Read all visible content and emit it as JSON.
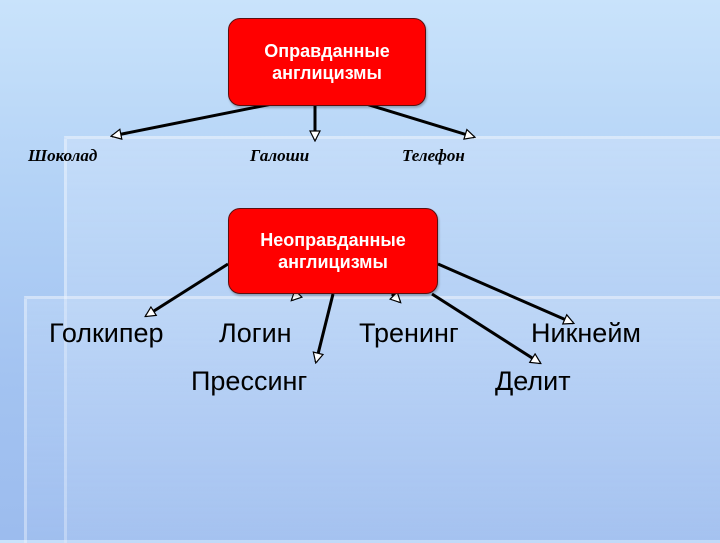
{
  "top_group": {
    "title": "Оправданные англицизмы",
    "examples": [
      "Шоколад",
      "Галоши",
      "Телефон"
    ]
  },
  "bottom_group": {
    "title": "Неоправданные англицизмы",
    "examples": [
      "Голкипер",
      "Логин",
      "Тренинг",
      "Никнейм",
      "Прессинг",
      "Делит"
    ]
  },
  "colors": {
    "box_fill": "#ff0000",
    "box_text": "#ffffff",
    "arrow": "#000000"
  }
}
